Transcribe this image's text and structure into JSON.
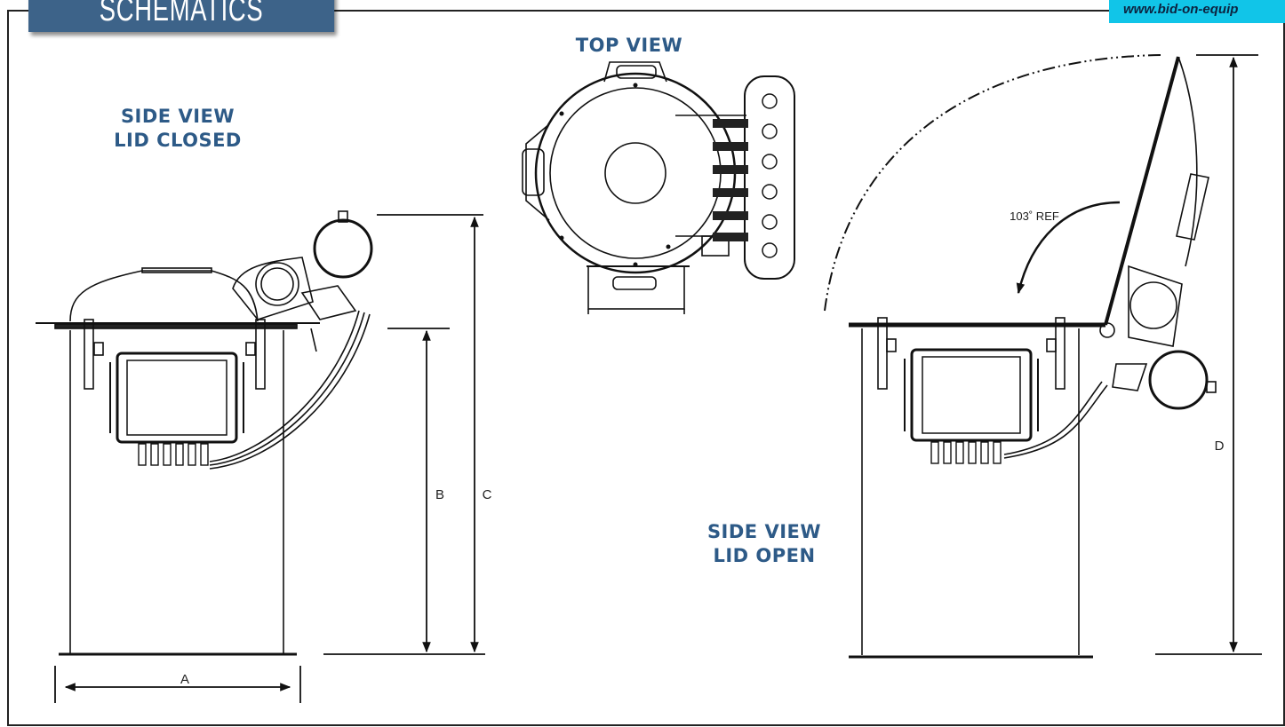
{
  "header": {
    "section_title": "SCHEMATICS",
    "website": "www.bid-on-equip"
  },
  "views": {
    "top": {
      "title": "TOP VIEW"
    },
    "side_closed": {
      "line1": "SIDE VIEW",
      "line2": "LID CLOSED"
    },
    "side_open": {
      "line1": "SIDE VIEW",
      "line2": "LID OPEN"
    }
  },
  "dimensions": {
    "a": "A",
    "b": "B",
    "c": "C",
    "d": "D",
    "angle": "103˚ REF"
  },
  "colors": {
    "tab_blue": "#3d6389",
    "title_blue": "#2d5a87",
    "site_cyan": "#11c5e8"
  }
}
